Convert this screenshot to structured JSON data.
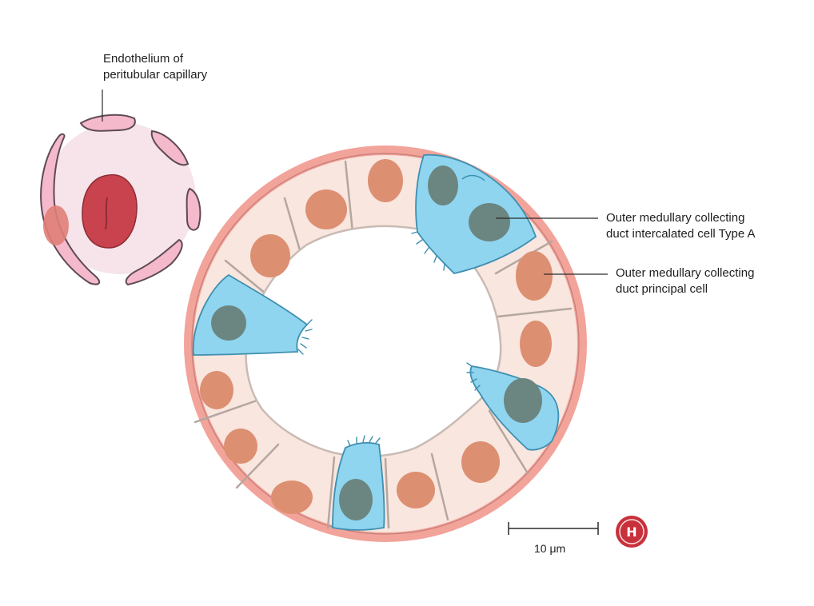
{
  "labels": {
    "endothelium": [
      "Endothelium of",
      "peritubular capillary"
    ],
    "intercalated": [
      "Outer medullary collecting",
      "duct intercalated cell Type A"
    ],
    "principal": [
      "Outer medullary collecting",
      "duct principal cell"
    ]
  },
  "scale_bar": {
    "label": "10 μm"
  },
  "logo": {
    "letter": "H",
    "color": "#c8313b"
  },
  "colors": {
    "basement_membrane": "#f2a39a",
    "principal_cell": "#f8e6df",
    "principal_nucleus": "#dd8f72",
    "intercalated_cell": "#8fd5ef",
    "intercalated_nucleus": "#6b8580",
    "capillary_lumen": "#f6e4ea",
    "endothelium": "#f5b9cc",
    "red_blood_cell": "#c9434e",
    "outline": "#5a4a4e"
  }
}
